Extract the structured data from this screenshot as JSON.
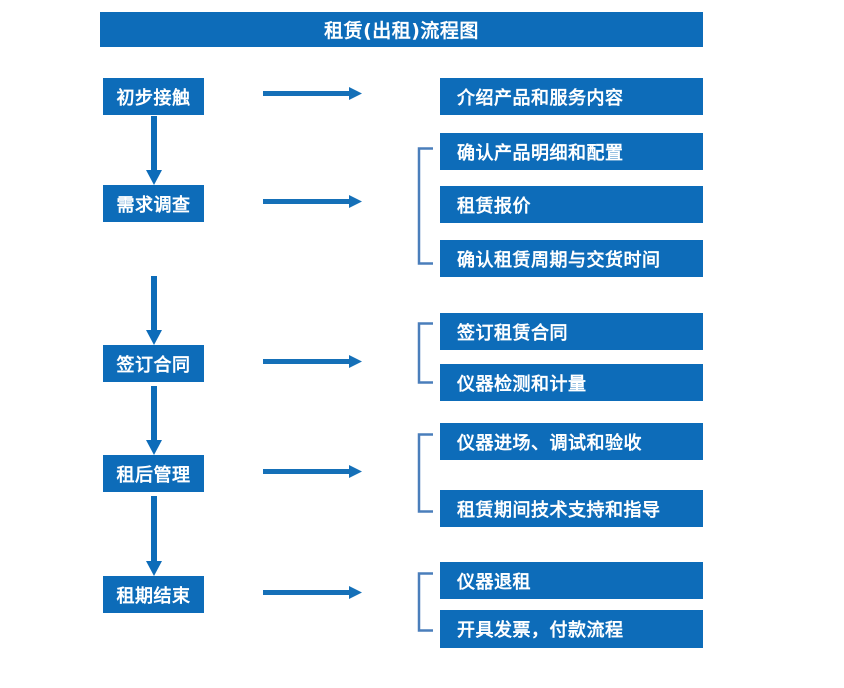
{
  "diagram": {
    "title": "租赁(出租)流程图",
    "accent_color": "#0D6CB9",
    "bracket_color": "#4A7EBB",
    "text_color": "#FFFFFF",
    "background_color": "#FFFFFF"
  },
  "stages": [
    {
      "label": "初步接触"
    },
    {
      "label": "需求调查"
    },
    {
      "label": "签订合同"
    },
    {
      "label": "租后管理"
    },
    {
      "label": "租期结束"
    }
  ],
  "details": [
    {
      "label": "介绍产品和服务内容"
    },
    {
      "label": "确认产品明细和配置"
    },
    {
      "label": "租赁报价"
    },
    {
      "label": "确认租赁周期与交货时间"
    },
    {
      "label": "签订租赁合同"
    },
    {
      "label": "仪器检测和计量"
    },
    {
      "label": "仪器进场、调试和验收"
    },
    {
      "label": "租赁期间技术支持和指导"
    },
    {
      "label": "仪器退租"
    },
    {
      "label": "开具发票，付款流程"
    }
  ],
  "groups": [
    {
      "name": "需求调查-group",
      "members": [
        "确认产品明细和配置",
        "租赁报价",
        "确认租赁周期与交货时间"
      ]
    },
    {
      "name": "签订合同-group",
      "members": [
        "签订租赁合同",
        "仪器检测和计量"
      ]
    },
    {
      "name": "租后管理-group",
      "members": [
        "仪器进场、调试和验收",
        "租赁期间技术支持和指导"
      ]
    },
    {
      "name": "租期结束-group",
      "members": [
        "仪器退租",
        "开具发票，付款流程"
      ]
    }
  ],
  "connectors": {
    "vertical_count": 4,
    "horizontal_count": 5,
    "direction": "downward-and-rightward"
  }
}
